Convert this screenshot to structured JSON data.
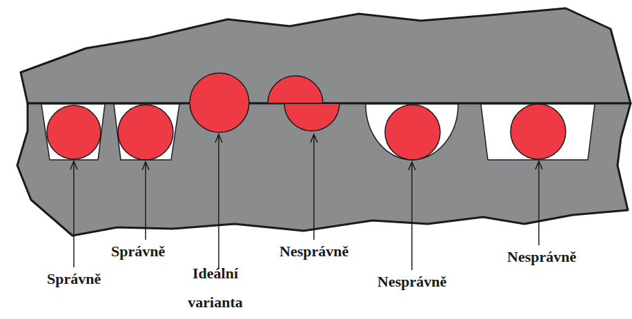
{
  "diagram": {
    "labels": [
      "Správně",
      "Správně",
      "Ideální varianta",
      "Nesprávně",
      "Nesprávně",
      "Nesprávně"
    ]
  }
}
